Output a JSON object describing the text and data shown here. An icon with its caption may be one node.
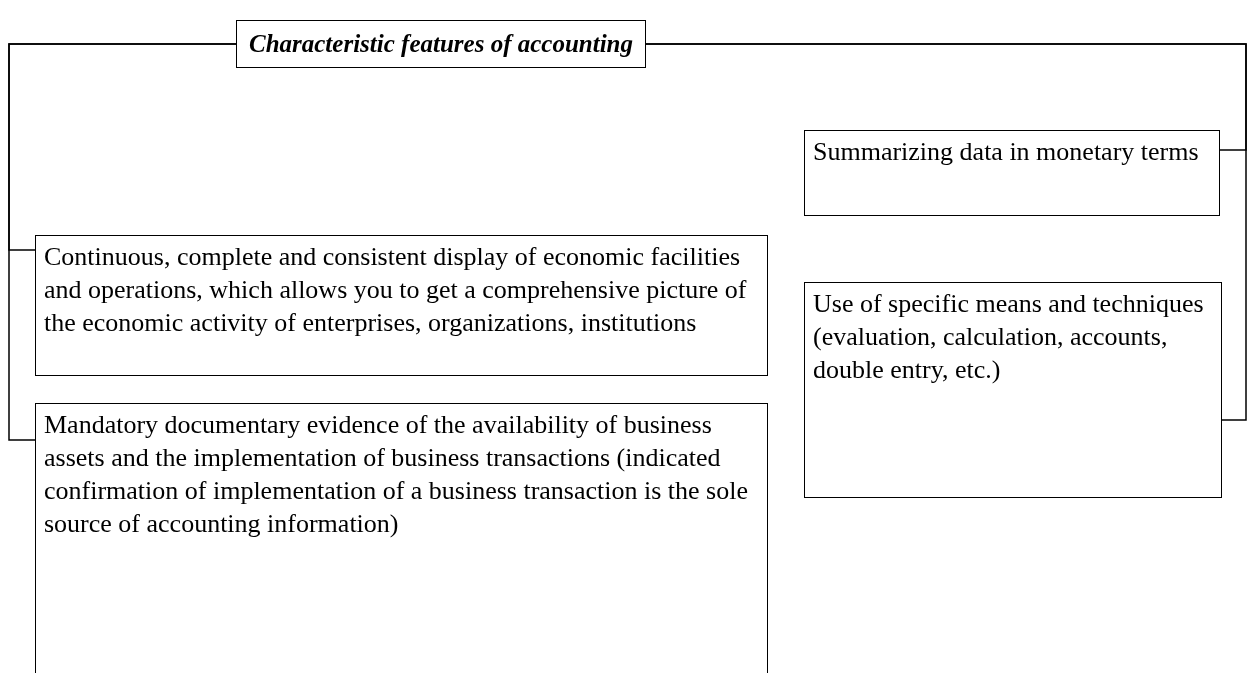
{
  "diagram": {
    "nodes": [
      {
        "text": [
          "Characteristic features of accounting"
        ]
      },
      {
        "text": [
          "Continuous, complete and consistent display of economic facilities and operations, which allows you to get a comprehensive picture of the economic activity of enterprises, organizations, institutions"
        ]
      },
      {
        "text": [
          "Mandatory documentary evidence of the availability of business assets and the implementation of business transactions (indicated confirmation of implementation of a business transaction is the sole source of accounting information)"
        ]
      },
      {
        "text": [
          "Summarizing data in monetary terms"
        ]
      },
      {
        "text": [
          "Use of specific means and techniques (evaluation, calculation, accounts, double entry, etc.)"
        ]
      }
    ],
    "edges": [
      {
        "from": 0,
        "to": 1,
        "arrow": "none"
      },
      {
        "from": 0,
        "to": 2,
        "arrow": "none"
      },
      {
        "from": 0,
        "to": 3,
        "arrow": "none"
      },
      {
        "from": 0,
        "to": 4,
        "arrow": "none"
      }
    ]
  }
}
